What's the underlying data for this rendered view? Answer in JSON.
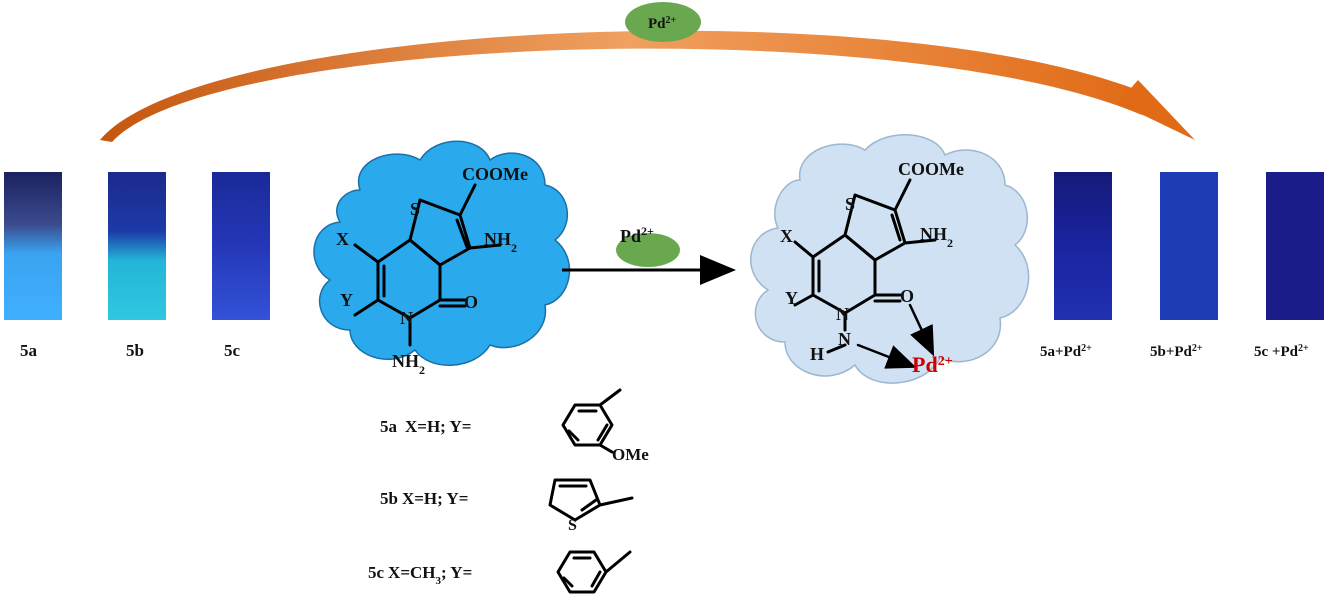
{
  "top_arrow": {
    "reagent": "Pd",
    "charge": "2+"
  },
  "reaction_arrow": {
    "reagent": "Pd",
    "charge": "2+"
  },
  "vials_left": [
    {
      "label": "5a",
      "color_top": "#1b2a63",
      "color_fluor": "#3fa9f5"
    },
    {
      "label": "5b",
      "color_top": "#1a2a8a",
      "color_fluor": "#2fc2d8"
    },
    {
      "label": "5c",
      "color_top": "#1c2fa0",
      "color_fluor": "#2a44c8"
    }
  ],
  "vials_right": [
    {
      "label": "5a+Pd",
      "charge": "2+"
    },
    {
      "label": "5b+Pd",
      "charge": "2+"
    },
    {
      "label": "5c +Pd",
      "charge": "2+"
    }
  ],
  "molecule": {
    "ester": "COOMe",
    "amino": "NH",
    "amino_sub": "2",
    "sulfur": "S",
    "x_sub": "X",
    "y_sub": "Y",
    "ring_n": "N",
    "carbonyl_o": "O",
    "hydrazine": "NH",
    "hydrazine_sub": "2",
    "h_atom": "H",
    "metal": "Pd",
    "metal_charge": "2+"
  },
  "substituents": [
    {
      "name": "5a",
      "text": "X=H; Y=",
      "group_label": "OMe"
    },
    {
      "name": "5b",
      "text": "X=H; Y=",
      "group_label": "S"
    },
    {
      "name": "5c",
      "text": "X=CH",
      "text_sub": "3",
      "text_end": "; Y="
    }
  ],
  "colors": {
    "arrow_orange": "#e0761e",
    "ellipse_green": "#6aa84f",
    "cloud_left": "#2aa9ec",
    "cloud_right": "#cfe1f3",
    "metal_red": "#cc0000"
  }
}
